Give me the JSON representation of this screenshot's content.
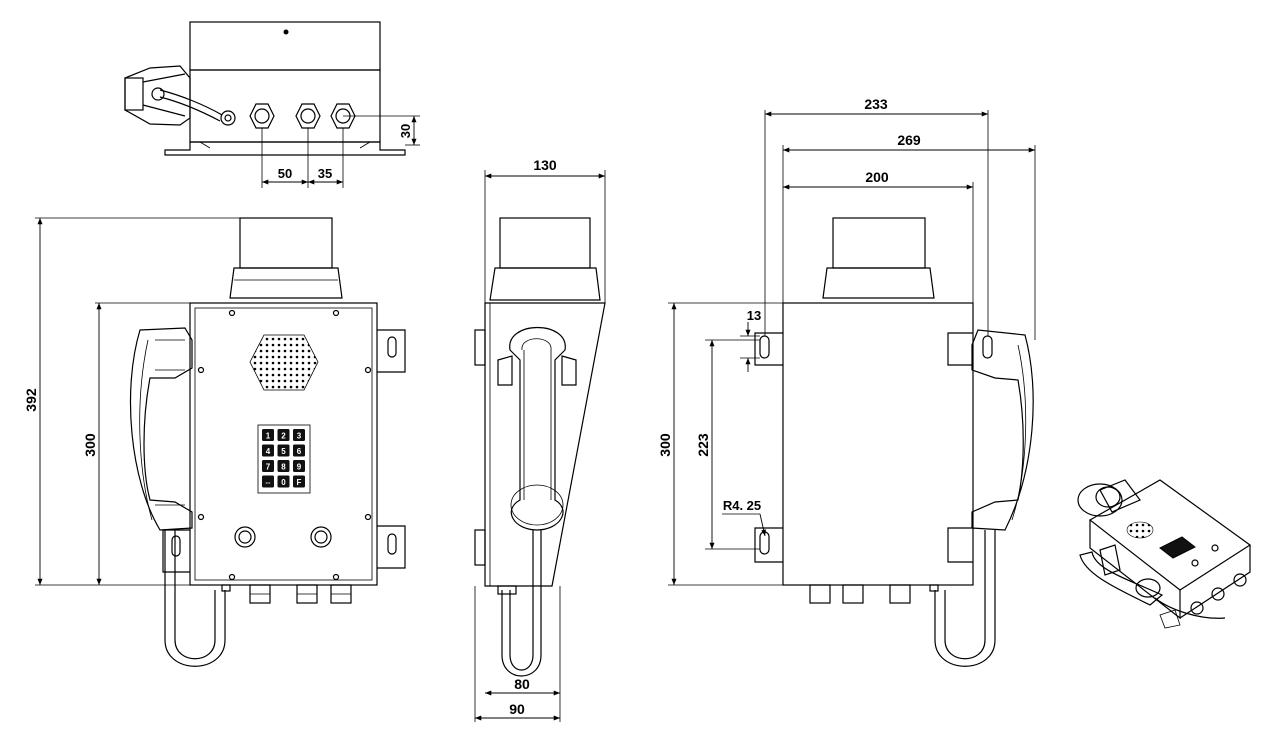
{
  "dimensions": {
    "top_hole_pitch_1": "50",
    "top_hole_pitch_2": "35",
    "top_height": "30",
    "total_height": "392",
    "front_body_height": "300",
    "side_width_top": "130",
    "side_width_80": "80",
    "side_width_90": "90",
    "rear_width_233": "233",
    "rear_width_269": "269",
    "rear_width_200": "200",
    "rear_slot_13": "13",
    "rear_hole_pitch": "223",
    "rear_body_height": "300",
    "slot_radius": "R4. 25"
  },
  "keypad": {
    "keys": [
      "1",
      "2",
      "3",
      "4",
      "5",
      "6",
      "7",
      "8",
      "9",
      "⇔",
      "0",
      "F"
    ]
  },
  "colors": {
    "line": "#000000",
    "background": "#ffffff"
  }
}
